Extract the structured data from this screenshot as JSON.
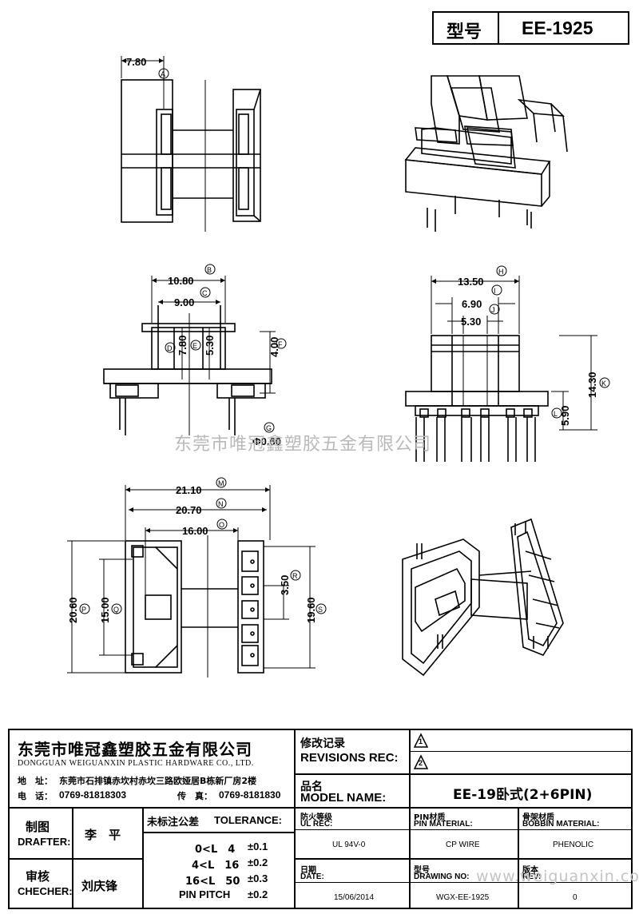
{
  "header": {
    "model_label": "型号",
    "model_value": "EE-1925"
  },
  "dimensions": {
    "top_view": {
      "width": "7.80",
      "width_tag": "A"
    },
    "front_view": {
      "outer": "10.80",
      "outer_tag": "B",
      "inner": "9.00",
      "inner_tag": "C",
      "height_a": "7.80",
      "height_a_tag": "D",
      "height_b": "5.30",
      "height_b_tag": "E",
      "flange": "4.00",
      "flange_tag": "F",
      "pin_dia": "Φ0.60",
      "pin_dia_tag": "G"
    },
    "side_view": {
      "outer": "13.50",
      "outer_tag": "H",
      "mid": "6.90",
      "mid_tag": "I",
      "inner": "5.30",
      "inner_tag": "J",
      "height": "14.30",
      "height_tag": "K",
      "base": "5.90",
      "base_tag": "L"
    },
    "bottom_view": {
      "w1": "21.10",
      "w1_tag": "M",
      "w2": "20.70",
      "w2_tag": "N",
      "w3": "16.00",
      "w3_tag": "O",
      "h1": "20.60",
      "h1_tag": "P",
      "h2": "15.00",
      "h2_tag": "Q",
      "pitch": "3.50",
      "pitch_tag": "R",
      "h3": "19.60",
      "h3_tag": "S"
    }
  },
  "watermark": "东莞市唯冠鑫塑胶五金有限公司",
  "watermark_url": "www.weiguanxin.com",
  "company": {
    "name_cn": "东莞市唯冠鑫塑胶五金有限公司",
    "name_en": "DONGGUAN WEIGUANXIN PLASTIC HARDWARE CO., LTD.",
    "address_label": "地　址：",
    "address": "东莞市石排镇赤坎村赤坎三路欧娅居B栋新厂房2楼",
    "phone_label": "电　话：",
    "phone": "0769-81818303",
    "fax_label": "传　真：",
    "fax": "0769-8181830"
  },
  "revisions": {
    "label_cn": "修改记录",
    "label_en": "REVISIONS REC:",
    "rev1": "1",
    "rev2": "2"
  },
  "model": {
    "label_cn": "品名",
    "label_en": "MODEL NAME:",
    "value": "EE-19卧式(2+6PIN)"
  },
  "drafter": {
    "label_cn": "制图",
    "label_en": "DRAFTER:",
    "name": "李　平"
  },
  "checker": {
    "label_cn": "审核",
    "label_en": "CHECHER:",
    "name": "刘庆锋"
  },
  "tolerance": {
    "label_cn": "未标注公差",
    "label_en": "TOLERANCE:",
    "rows": [
      {
        "range": "0<L　4",
        "value": "±0.1"
      },
      {
        "range": "4<L　16",
        "value": "±0.2"
      },
      {
        "range": "16<L　50",
        "value": "±0.3"
      },
      {
        "range": "PIN PITCH",
        "value": "±0.2"
      }
    ]
  },
  "specs": {
    "ul_label_cn": "防火等级",
    "ul_label_en": "UL REC:",
    "ul_value": "UL 94V-0",
    "pin_label_cn": "PIN材质",
    "pin_label_en": "PIN MATERIAL:",
    "pin_value": "CP WIRE",
    "bobbin_label_cn": "骨架材质",
    "bobbin_label_en": "BOBBIN MATERIAL:",
    "bobbin_value": "PHENOLIC",
    "date_label_cn": "日期",
    "date_label_en": "DATE:",
    "date_value": "15/06/2014",
    "drawing_label_cn": "型号",
    "drawing_label_en": "DRAWING NO:",
    "drawing_value": "WGX-EE-1925",
    "rev_label_cn": "版本",
    "rev_label_en": "REV:",
    "rev_value": "0"
  }
}
